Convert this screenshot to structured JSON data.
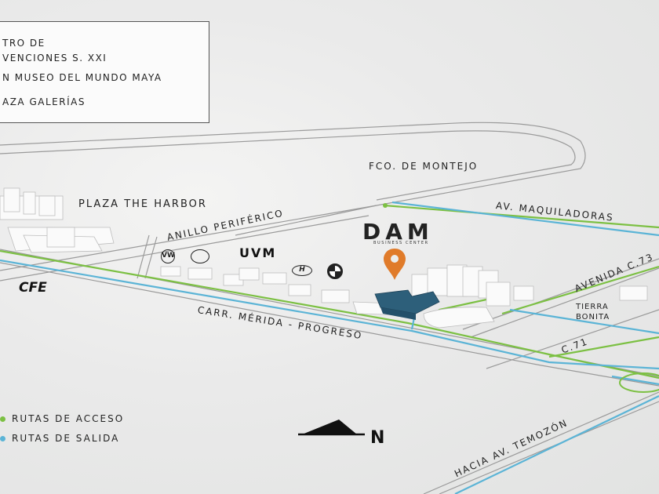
{
  "map": {
    "info_box": {
      "items": [
        "TRO DE",
        "VENCIONES S. XXI",
        "N MUSEO DEL MUNDO MAYA",
        "AZA GALERÍAS"
      ]
    },
    "roads": {
      "fco_montejo": "FCO. DE MONTEJO",
      "maquiladoras": "AV. MAQUILADORAS",
      "anillo": "ANILLO PERIFÉRICO",
      "avenida_c73": "AVENIDA C.73",
      "carr_merida": "CARR. MÉRIDA - PROGRESO",
      "c71": "C.71",
      "temozon": "HACIA AV. TEMOZÓN"
    },
    "places": {
      "plaza_harbor": "PLAZA THE HARBOR",
      "tierra_bonita": "TIERRA\nBONITA",
      "cfe": "CFE",
      "uvm": "UVM"
    },
    "brand": {
      "name": "DAM",
      "subtitle": "BUSINESS CENTER"
    },
    "logos": [
      "vw-logo",
      "nissan-logo",
      "hyundai-logo",
      "bmw-logo"
    ],
    "legend": {
      "access": "RUTAS DE ACCESO",
      "exit": "RUTAS DE SALIDA"
    },
    "north": "N",
    "colors": {
      "access_route": "#7cc043",
      "exit_route": "#5bb4d6",
      "pin": "#e07b2a",
      "building_highlight": "#2d5f7a"
    }
  }
}
